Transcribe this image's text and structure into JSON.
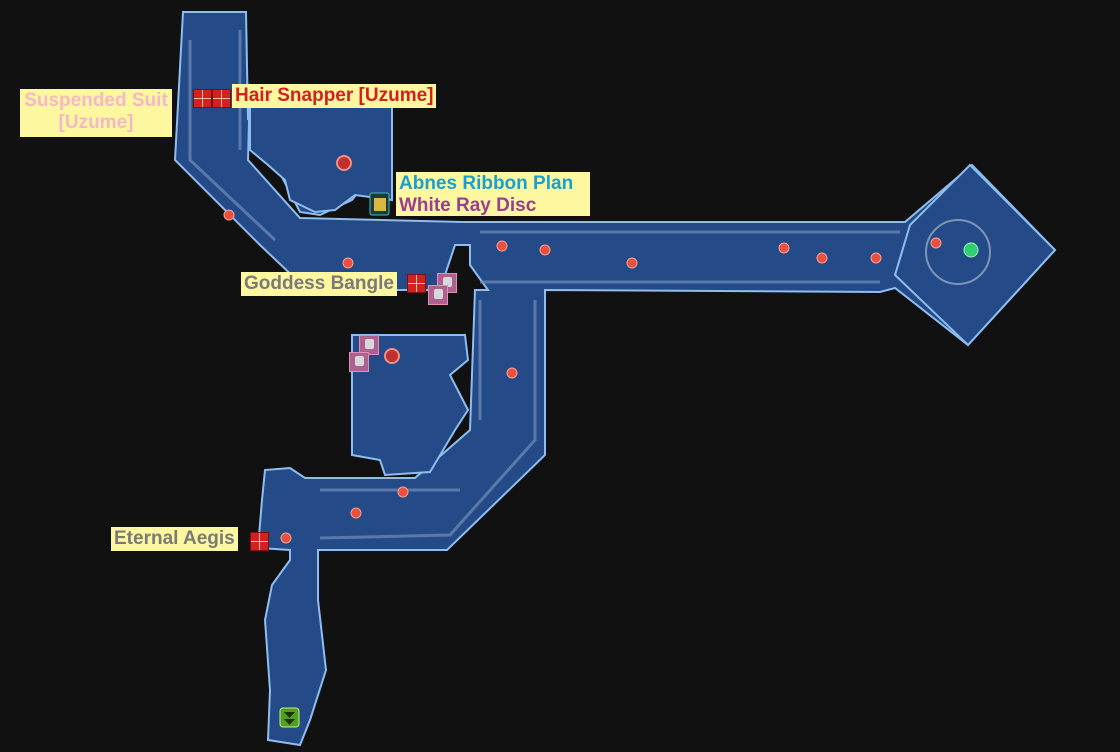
{
  "map": {
    "labels": {
      "suspended_suit": "Suspended Suit",
      "suspended_suit_sub": "[Uzume]",
      "hair_snapper": "Hair Snapper [Uzume]",
      "abnes_ribbon": "Abnes Ribbon Plan",
      "white_ray": "White Ray Disc",
      "goddess_bangle": "Goddess Bangle",
      "eternal_aegis": "Eternal Aegis"
    },
    "colors": {
      "floor": "#244b87",
      "edge": "#8fbdf0",
      "label_bg": "#fdf7a0",
      "suspended_suit": "#f4b8c8",
      "hair_snapper": "#d42020",
      "abnes_ribbon": "#1aa0d0",
      "white_ray": "#9a3e90",
      "goddess_bangle": "#7a7a7a",
      "eternal_aegis": "#7a7a7a"
    },
    "icons": [
      "treasure-chest-icon",
      "enemy-marker-icon",
      "boss-marker-icon",
      "plan-icon",
      "save-point-icon",
      "exit-arrow-icon"
    ]
  }
}
